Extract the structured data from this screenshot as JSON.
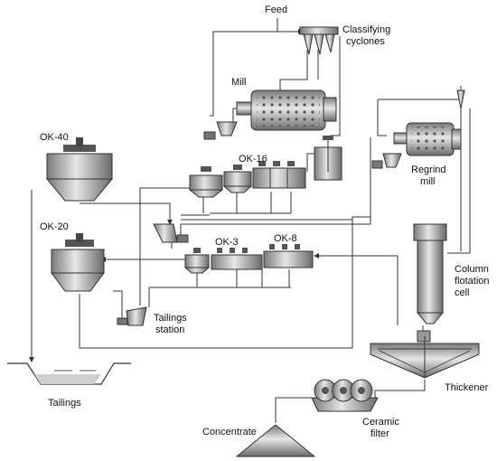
{
  "labels": {
    "feed": "Feed",
    "classifying_1": "Classifying",
    "classifying_2": "cyclones",
    "mill": "Mill",
    "ok40": "OK-40",
    "ok16": "OK-16",
    "ok20": "OK-20",
    "ok3": "OK-3",
    "ok8": "OK-8",
    "regrind_1": "Regrind",
    "regrind_2": "mill",
    "column_1": "Column",
    "column_2": "flotation",
    "column_3": "cell",
    "tailings_station_1": "Tailings",
    "tailings_station_2": "station",
    "tailings": "Tailings",
    "thickener": "Thickener",
    "concentrate": "Concentrate",
    "ceramic_1": "Ceramic",
    "ceramic_2": "filter"
  },
  "colors": {
    "line": "#333333",
    "equipment_dark": "#6f6f6f",
    "equipment_light": "#d8d8d8"
  }
}
